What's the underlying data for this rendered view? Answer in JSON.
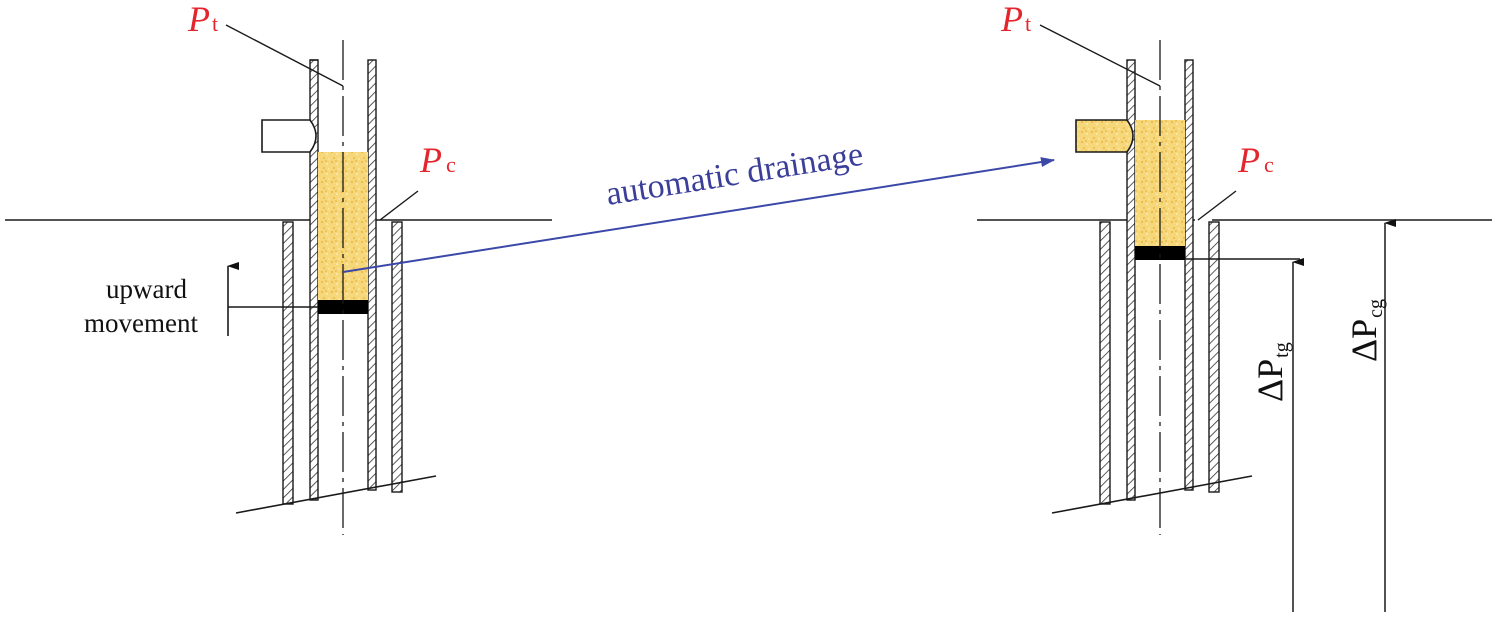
{
  "labels": {
    "pt_main": "P",
    "pt_sub": "t",
    "pc_main": "P",
    "pc_sub": "c",
    "upward_line1": "upward",
    "upward_line2": "movement",
    "drainage": "automatic drainage",
    "delta_ptg_main": "ΔP",
    "delta_ptg_sub": "tg",
    "delta_pcg_main": "ΔP",
    "delta_pcg_sub": "cg"
  },
  "colors": {
    "label_red": "#e3262d",
    "arrow_blue": "#3b48a8",
    "fluid_yellow": "#f5d36a",
    "piston_black": "#000000",
    "line_black": "#1a1a1a"
  }
}
